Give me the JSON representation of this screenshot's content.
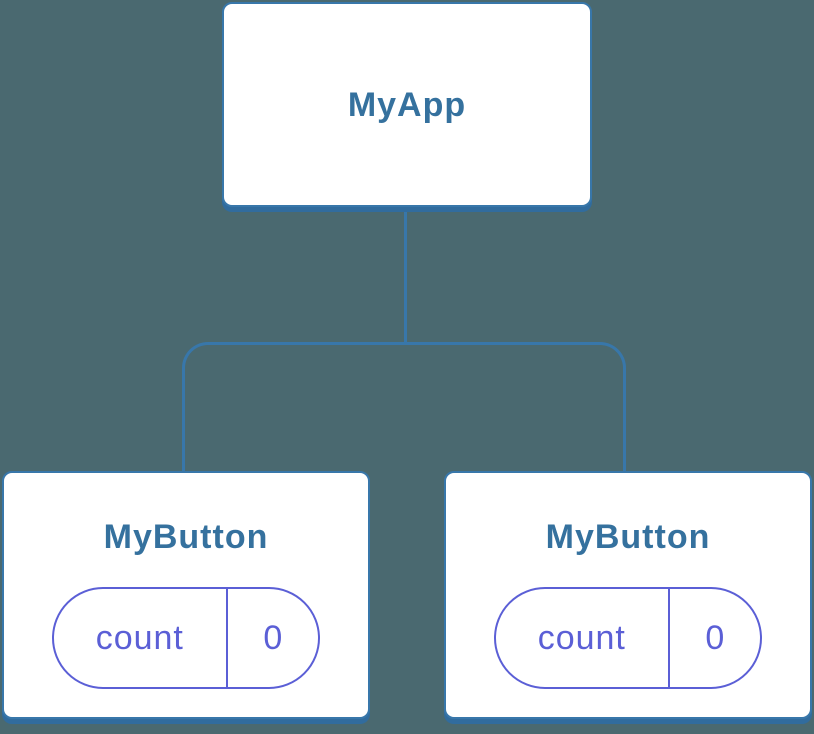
{
  "diagram": {
    "root": {
      "label": "MyApp"
    },
    "children": [
      {
        "label": "MyButton",
        "state": {
          "key": "count",
          "value": "0"
        }
      },
      {
        "label": "MyButton",
        "state": {
          "key": "count",
          "value": "0"
        }
      }
    ],
    "colors": {
      "background": "#4A6970",
      "node_fill": "#FFFFFF",
      "node_border": "#3877AA",
      "node_shadow": "#316C9E",
      "node_label_text": "#35719E",
      "connector": "#3877AA",
      "state_pill_accent": "#5B5FD6"
    }
  }
}
